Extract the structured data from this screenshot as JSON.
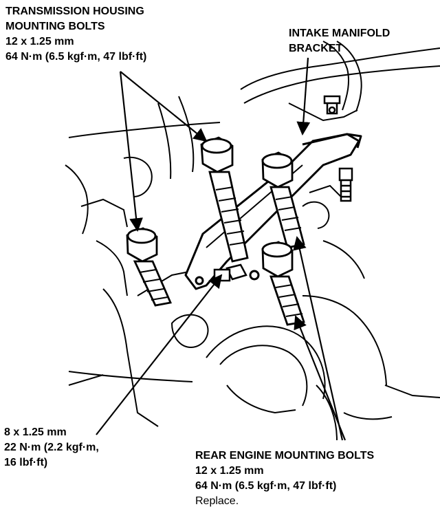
{
  "callouts": {
    "transmission_housing": {
      "title_1": "TRANSMISSION HOUSING",
      "title_2": "MOUNTING BOLTS",
      "size": "12 x 1.25 mm",
      "torque": "64 N·m (6.5 kgf·m, 47 lbf·ft)"
    },
    "intake_manifold": {
      "title_1": "INTAKE MANIFOLD",
      "title_2": "BRACKET"
    },
    "small_bolt": {
      "size": "8 x 1.25 mm",
      "torque_1": "22 N·m (2.2 kgf·m,",
      "torque_2": "16 lbf·ft)"
    },
    "rear_engine": {
      "title": "REAR ENGINE MOUNTING BOLTS",
      "size": "12 x 1.25 mm",
      "torque": "64 N·m (6.5 kgf·m, 47 lbf·ft)",
      "note": "Replace."
    }
  },
  "colors": {
    "ink": "#000000",
    "paper": "#ffffff"
  }
}
